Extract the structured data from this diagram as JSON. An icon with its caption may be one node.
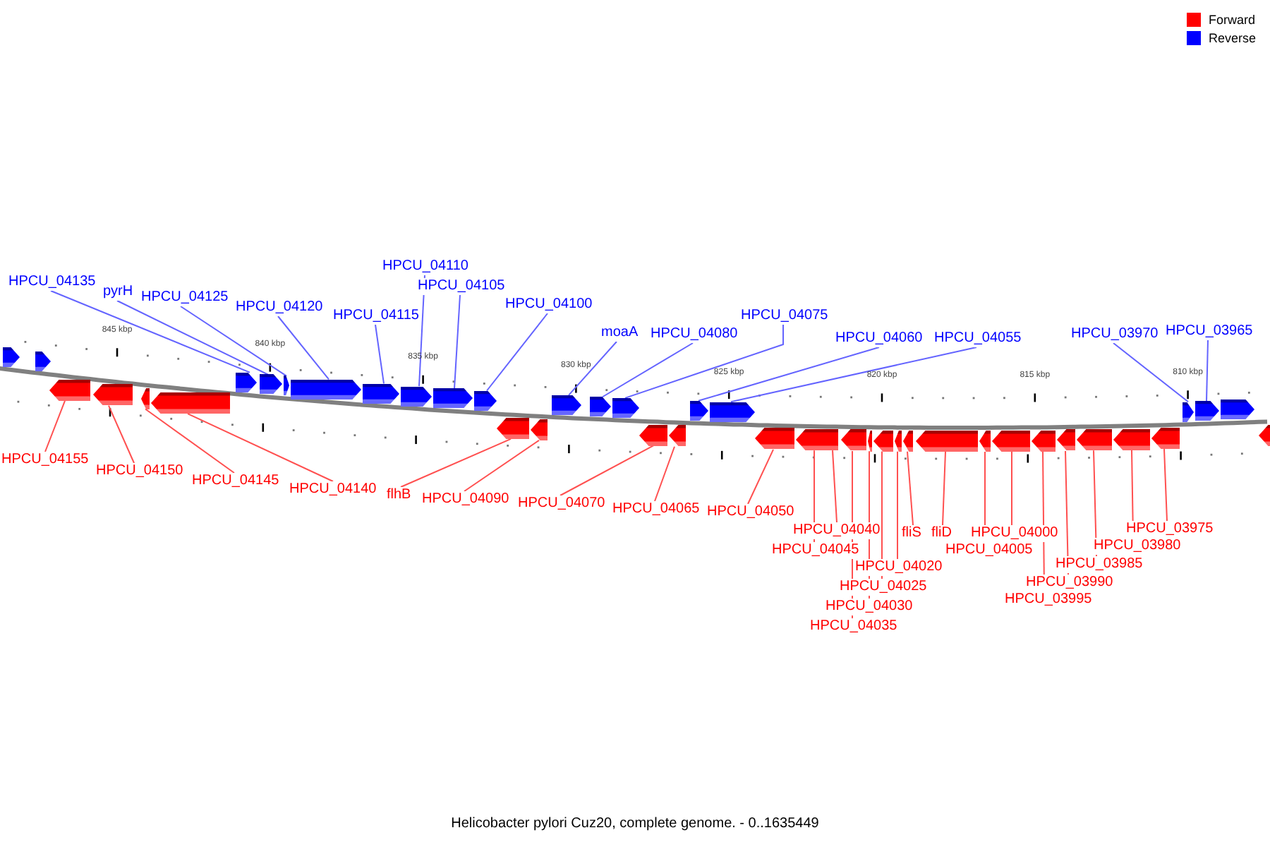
{
  "diagram": {
    "caption": "Helicobacter pylori Cuz20, complete genome. - 0..1635449",
    "nodes": [
      {
        "text": [
          "HPCU_04135"
        ]
      },
      {
        "text": [
          "pyrH"
        ]
      },
      {
        "text": [
          "HPCU_04125"
        ]
      },
      {
        "text": [
          "HPCU_04120"
        ]
      },
      {
        "text": [
          "HPCU_04115"
        ]
      },
      {
        "text": [
          "HPCU_04110"
        ]
      },
      {
        "text": [
          "HPCU_04105"
        ]
      },
      {
        "text": [
          "HPCU_04100"
        ]
      },
      {
        "text": [
          "moaA"
        ]
      },
      {
        "text": [
          "HPCU_04080"
        ]
      },
      {
        "text": [
          "HPCU_04075"
        ]
      },
      {
        "text": [
          "HPCU_04060"
        ]
      },
      {
        "text": [
          "HPCU_04055"
        ]
      },
      {
        "text": [
          "HPCU_03970"
        ]
      },
      {
        "text": [
          "HPCU_03965"
        ]
      },
      {
        "text": [],
        "shape": "pentagon"
      },
      {
        "text": [],
        "shape": "pentagon"
      },
      {
        "text": [],
        "shape": "pentagon"
      },
      {
        "text": [],
        "shape": "pentagon"
      },
      {
        "text": [],
        "shape": "pentagon"
      },
      {
        "text": [],
        "shape": "pentagon"
      },
      {
        "text": [],
        "shape": "pentagon"
      },
      {
        "text": [],
        "shape": "pentagon"
      },
      {
        "text": [],
        "shape": "pentagon"
      },
      {
        "text": [],
        "shape": "pentagon"
      },
      {
        "text": [],
        "shape": "pentagon"
      },
      {
        "text": [],
        "shape": "pentagon"
      },
      {
        "text": [],
        "shape": "pentagon"
      },
      {
        "text": [],
        "shape": "pentagon"
      },
      {
        "text": [],
        "shape": "pentagon"
      },
      {
        "text": [],
        "shape": "pentagon"
      },
      {
        "text": [],
        "shape": "pentagon"
      },
      {
        "text": [],
        "shape": "pentagon"
      },
      {
        "text": [],
        "shape": "pentagon"
      },
      {
        "text": [],
        "shape": "pentagon"
      },
      {
        "text": [],
        "shape": "pentagon"
      },
      {
        "text": [],
        "shape": "pentagon"
      },
      {
        "text": [],
        "shape": "pentagon"
      },
      {
        "text": [],
        "shape": "pentagon"
      },
      {
        "text": [],
        "shape": "pentagon"
      },
      {
        "text": [],
        "shape": "pentagon"
      },
      {
        "text": [],
        "shape": "pentagon"
      },
      {
        "text": [],
        "shape": "pentagon"
      },
      {
        "text": [],
        "shape": "pentagon"
      },
      {
        "text": [],
        "shape": "pentagon"
      },
      {
        "text": [],
        "shape": "pentagon"
      },
      {
        "text": [],
        "shape": "pentagon"
      },
      {
        "text": [],
        "shape": "pentagon"
      },
      {
        "text": [],
        "shape": "pentagon"
      },
      {
        "text": [],
        "shape": "pentagon"
      },
      {
        "text": [],
        "shape": "pentagon"
      },
      {
        "text": [],
        "shape": "pentagon"
      },
      {
        "text": [],
        "shape": "pentagon"
      },
      {
        "text": [],
        "shape": "pentagon"
      },
      {
        "text": [],
        "shape": "pentagon"
      },
      {
        "text": [],
        "shape": "pentagon"
      },
      {
        "text": [],
        "shape": "pentagon"
      },
      {
        "text": [
          "HPCU_04155"
        ]
      },
      {
        "text": [
          "HPCU_04150"
        ]
      },
      {
        "text": [
          "HPCU_04145"
        ]
      },
      {
        "text": [
          "HPCU_04140"
        ]
      },
      {
        "text": [
          "flhB"
        ]
      },
      {
        "text": [
          "HPCU_04090"
        ]
      },
      {
        "text": [
          "HPCU_04070"
        ]
      },
      {
        "text": [
          "HPCU_04065"
        ]
      },
      {
        "text": [
          "HPCU_04050"
        ]
      },
      {
        "text": [
          "HPCU_04040"
        ]
      },
      {
        "text": [
          "HPCU_04045"
        ]
      },
      {
        "text": [
          "fliS"
        ]
      },
      {
        "text": [
          "fliD"
        ]
      },
      {
        "text": [
          "HPCU_04000"
        ]
      },
      {
        "text": [
          "HPCU_04005"
        ]
      },
      {
        "text": [
          "HPCU_04020"
        ]
      },
      {
        "text": [
          "HPCU_03975"
        ]
      },
      {
        "text": [
          "HPCU_03980"
        ]
      },
      {
        "text": [
          "HPCU_03985"
        ]
      },
      {
        "text": [
          "HPCU_03990"
        ]
      },
      {
        "text": [
          "HPCU_04025"
        ]
      },
      {
        "text": [
          "HPCU_03995"
        ]
      },
      {
        "text": [
          "HPCU_04030"
        ]
      },
      {
        "text": [
          "HPCU_04035"
        ]
      }
    ],
    "edges": [
      {
        "from": 0,
        "to": 17,
        "arrow": "none",
        "color": "#6464ff"
      },
      {
        "from": 1,
        "to": 18,
        "arrow": "none",
        "color": "#6464ff"
      },
      {
        "from": 2,
        "to": 19,
        "arrow": "none",
        "color": "#6464ff"
      },
      {
        "from": 3,
        "to": 20,
        "arrow": "none",
        "color": "#6464ff"
      },
      {
        "from": 4,
        "to": 21,
        "arrow": "none",
        "color": "#6464ff"
      },
      {
        "from": 5,
        "to": 22,
        "arrow": "none",
        "color": "#6464ff"
      },
      {
        "from": 6,
        "to": 23,
        "arrow": "none",
        "color": "#6464ff"
      },
      {
        "from": 7,
        "to": 24,
        "arrow": "none",
        "color": "#6464ff"
      },
      {
        "from": 8,
        "to": 25,
        "arrow": "none",
        "color": "#6464ff"
      },
      {
        "from": 9,
        "to": 26,
        "arrow": "none",
        "color": "#6464ff"
      },
      {
        "from": 10,
        "to": 27,
        "arrow": "none",
        "color": "#6464ff"
      },
      {
        "from": 11,
        "to": 28,
        "arrow": "none",
        "color": "#6464ff"
      },
      {
        "from": 12,
        "to": 29,
        "arrow": "none",
        "color": "#6464ff"
      },
      {
        "from": 13,
        "to": 30,
        "arrow": "none",
        "color": "#6464ff"
      },
      {
        "from": 14,
        "to": 31,
        "arrow": "none",
        "color": "#6464ff"
      },
      {
        "from": 57,
        "to": 33,
        "arrow": "none"
      },
      {
        "from": 58,
        "to": 34,
        "arrow": "none"
      },
      {
        "from": 59,
        "to": 35,
        "arrow": "none"
      },
      {
        "from": 60,
        "to": 36,
        "arrow": "none"
      },
      {
        "from": 61,
        "to": 37,
        "arrow": "none"
      },
      {
        "from": 62,
        "to": 38,
        "arrow": "none"
      },
      {
        "from": 63,
        "to": 39,
        "arrow": "none"
      },
      {
        "from": 64,
        "to": 40,
        "arrow": "none"
      },
      {
        "from": 65,
        "to": 41,
        "arrow": "none"
      },
      {
        "from": 66,
        "to": 42,
        "arrow": "none"
      },
      {
        "from": 67,
        "to": 42,
        "arrow": "none"
      },
      {
        "from": 68,
        "to": 47,
        "arrow": "none"
      },
      {
        "from": 69,
        "to": 48,
        "arrow": "none"
      },
      {
        "from": 70,
        "to": 50,
        "arrow": "none"
      },
      {
        "from": 71,
        "to": 49,
        "arrow": "none"
      },
      {
        "from": 72,
        "to": 46,
        "arrow": "none"
      },
      {
        "from": 73,
        "to": 55,
        "arrow": "none"
      },
      {
        "from": 74,
        "to": 54,
        "arrow": "none"
      },
      {
        "from": 75,
        "to": 53,
        "arrow": "none"
      },
      {
        "from": 76,
        "to": 52,
        "arrow": "none"
      },
      {
        "from": 77,
        "to": 45,
        "arrow": "none"
      },
      {
        "from": 78,
        "to": 51,
        "arrow": "none"
      },
      {
        "from": 79,
        "to": 44,
        "arrow": "none"
      },
      {
        "from": 80,
        "to": 43,
        "arrow": "none"
      }
    ],
    "labels": [
      "845 kbp",
      "840 kbp",
      "835 kbp",
      "830 kbp",
      "825 kbp",
      "820 kbp",
      "815 kbp",
      "810 kbp"
    ],
    "legend": [
      {
        "text": "Forward",
        "color": "#ff0000"
      },
      {
        "text": "Reverse",
        "color": "#0000ff"
      }
    ]
  }
}
